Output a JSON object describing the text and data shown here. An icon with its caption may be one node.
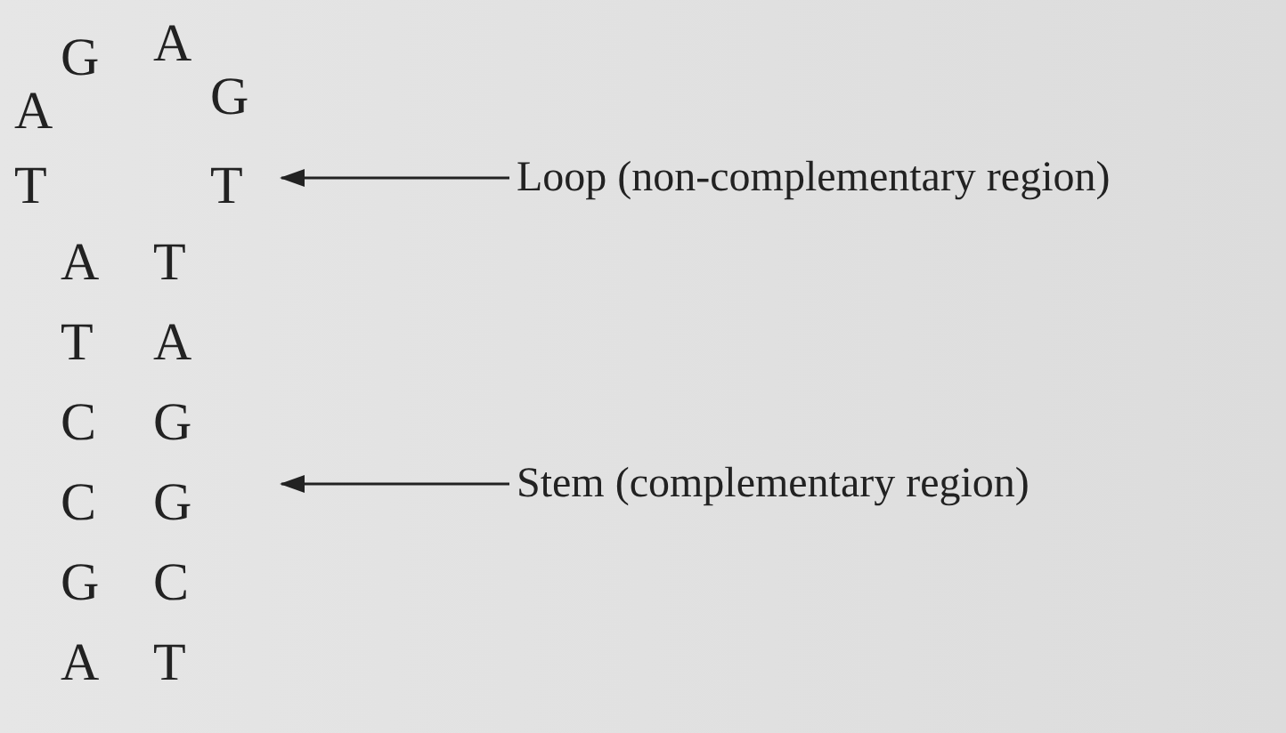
{
  "diagram": {
    "nodes": [
      {
        "text": [
          "Loop (non-complementary region)"
        ]
      },
      {
        "text": [
          "Stem (complementary region)"
        ]
      }
    ],
    "edges": [
      {
        "from": 0,
        "to": null,
        "arrow": "to"
      },
      {
        "from": 1,
        "to": null,
        "arrow": "to"
      }
    ],
    "labels": [
      "G",
      "A",
      "A",
      "G",
      "T",
      "T",
      "A",
      "T",
      "T",
      "A",
      "C",
      "G",
      "C",
      "G",
      "G",
      "C",
      "A",
      "T"
    ]
  }
}
